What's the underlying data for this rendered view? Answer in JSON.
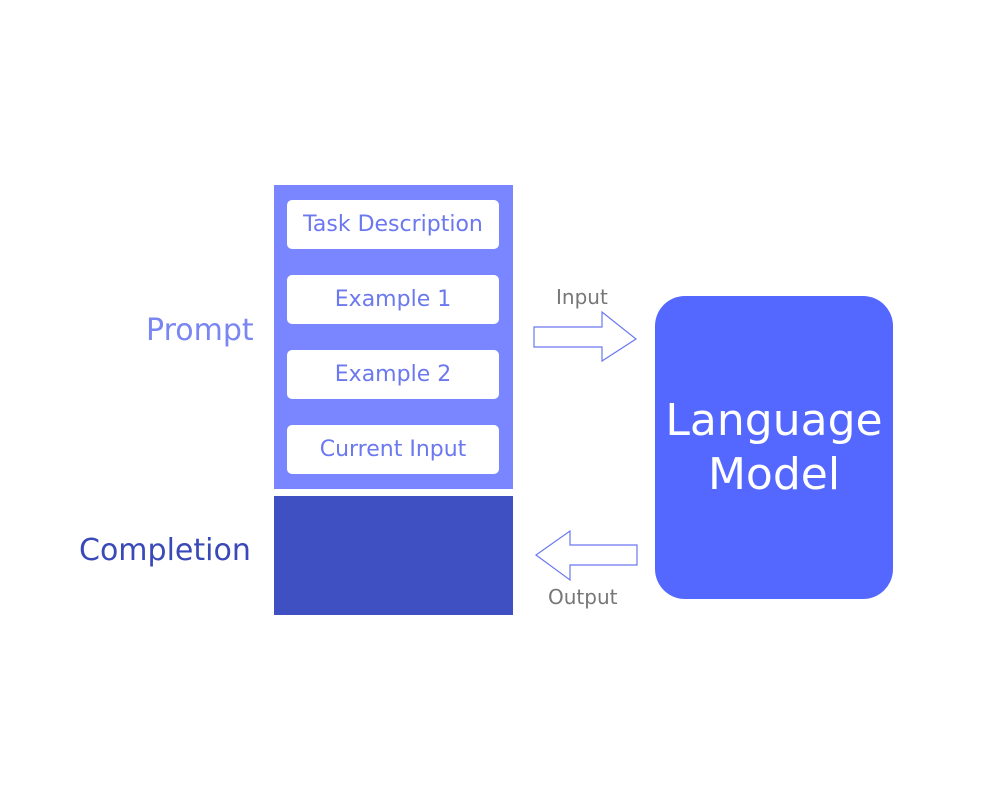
{
  "labels": {
    "prompt": "Prompt",
    "completion": "Completion"
  },
  "prompt_items": [
    "Task Description",
    "Example 1",
    "Example 2",
    "Current Input"
  ],
  "arrows": {
    "input": "Input",
    "output": "Output"
  },
  "model": {
    "line1": "Language",
    "line2": "Model"
  },
  "colors": {
    "prompt_panel": "#7a86ff",
    "completion_panel": "#3f51c2",
    "model_box": "#5468ff",
    "arrow_stroke": "#6b78ef"
  }
}
